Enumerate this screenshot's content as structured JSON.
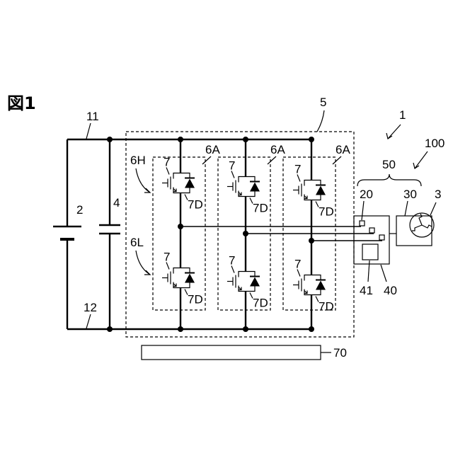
{
  "figure_title": "図1",
  "labels": {
    "device": "1",
    "dc_source": "2",
    "motor": "3",
    "capacitor": "4",
    "inverter": "5",
    "upper_arm": "6H",
    "lower_arm": "6L",
    "leg": "6A",
    "switch": "7",
    "diode": "7D",
    "positive_line": "11",
    "negative_line": "12",
    "sensor_20": "20",
    "sensor_30": "30",
    "block_40": "40",
    "block_41": "41",
    "bracket_50": "50",
    "system": "100",
    "board_70": "70"
  }
}
